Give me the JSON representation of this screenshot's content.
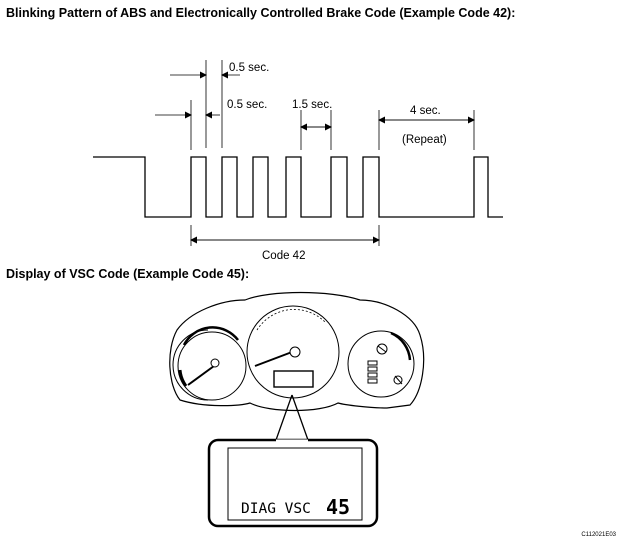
{
  "section1": {
    "title": "Blinking Pattern of ABS and Electronically Controlled Brake Code (Example Code 42):",
    "labels": {
      "on_time": "0.5 sec.",
      "off_time": "0.5 sec.",
      "digit_gap": "1.5 sec.",
      "repeat_gap": "4 sec.",
      "repeat": "(Repeat)",
      "code": "Code 42"
    }
  },
  "section2": {
    "title": "Display of  VSC Code (Example Code 45):",
    "lcd_text": "DIAG VSC",
    "lcd_code": "45"
  },
  "figure_id": "C112021E03"
}
